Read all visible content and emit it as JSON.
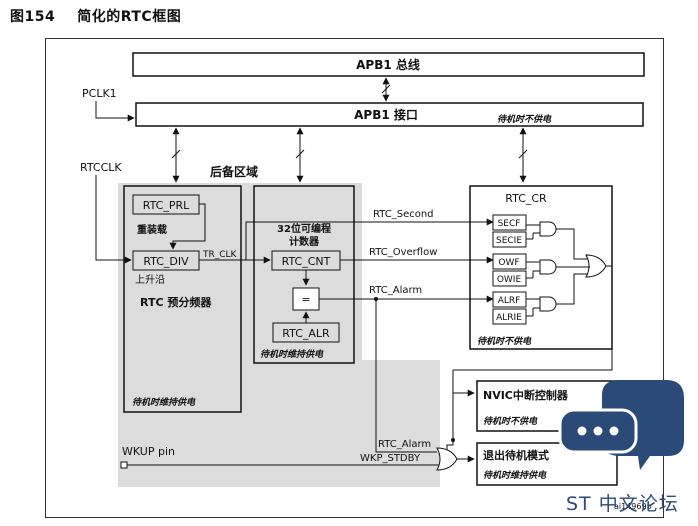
{
  "caption": {
    "fig": "图154",
    "title": "简化的RTC框图"
  },
  "bus": {
    "apb1_bus": "APB1 总线",
    "apb1_if": "APB1 接口",
    "if_note": "待机时不供电"
  },
  "inputs": {
    "pclk1": "PCLK1",
    "rtcclk": "RTCCLK",
    "wkup": "WKUP pin"
  },
  "backup": {
    "region_label": "后备区域",
    "prl": "RTC_PRL",
    "reload": "重装载",
    "div": "RTC_DIV",
    "edge": "上升沿",
    "prescaler": "RTC 预分频器",
    "note": "待机时维持供电",
    "tr_clk": "TR_CLK"
  },
  "counter": {
    "title1": "32位可编程",
    "title2": "计数器",
    "cnt": "RTC_CNT",
    "eq": "=",
    "alr": "RTC_ALR",
    "note": "待机时维持供电"
  },
  "signals": {
    "second": "RTC_Second",
    "overflow": "RTC_Overflow",
    "alarm": "RTC_Alarm",
    "alarm2": "RTC_Alarm",
    "wkp": "WKP_STDBY"
  },
  "cr": {
    "title": "RTC_CR",
    "flags": [
      "SECF",
      "SECIE",
      "OWF",
      "OWIE",
      "ALRF",
      "ALRIE"
    ],
    "note": "待机时不供电"
  },
  "nvic": {
    "title": "NVIC中断控制器",
    "note": "待机时不供电"
  },
  "exit": {
    "title": "退出待机模式",
    "note": "待机时维持供电"
  },
  "doc_id": "ai14969b",
  "watermark": {
    "text": "ST 中文论坛",
    "color": "#2a4a78"
  }
}
